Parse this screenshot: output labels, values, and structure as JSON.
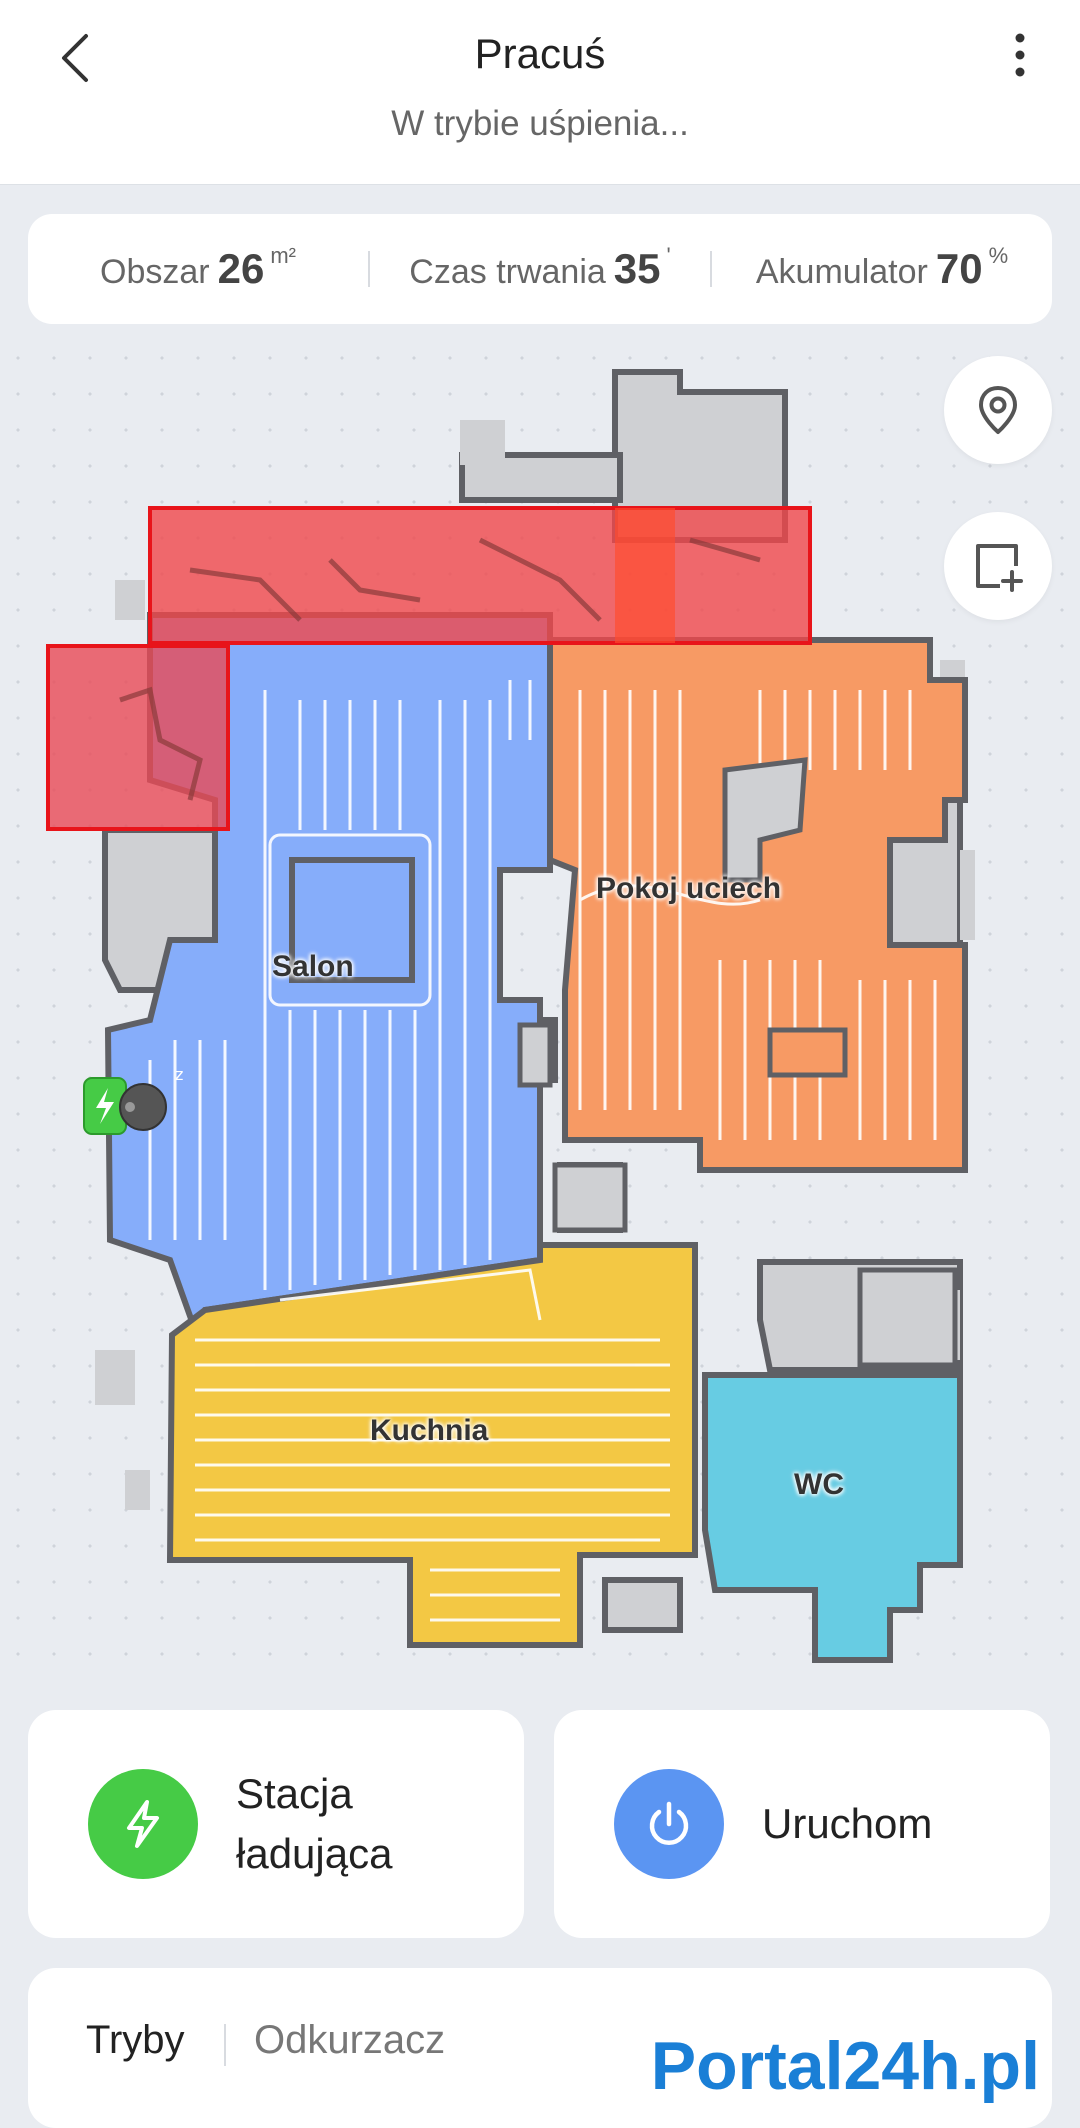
{
  "header": {
    "title": "Pracuś",
    "status": "W trybie uśpienia...",
    "back_icon": "chevron-left-icon",
    "more_icon": "more-vertical-icon"
  },
  "stats": {
    "area_label": "Obszar",
    "area_value": "26",
    "area_unit": "m²",
    "duration_label": "Czas trwania",
    "duration_value": "35",
    "duration_unit": "'",
    "battery_label": "Akumulator",
    "battery_value": "70",
    "battery_unit": "%"
  },
  "map": {
    "rooms": [
      {
        "name": "Salon",
        "color": "#86adfa"
      },
      {
        "name": "Pokoj uciech",
        "color": "#f79a64"
      },
      {
        "name": "Kuchnia",
        "color": "#f3c844"
      },
      {
        "name": "WC",
        "color": "#67cce3"
      }
    ],
    "no_go_zone_color": "#f0474b",
    "wall_color": "#5f6065",
    "unexplored_color": "#cfd0d3",
    "buttons": [
      "location-pin-icon",
      "add-zone-icon"
    ]
  },
  "actions": {
    "dock_label": "Stacja ładująca",
    "dock_color": "#46cb46",
    "start_label": "Uruchom",
    "start_color": "#5b95f2"
  },
  "modes": {
    "label": "Tryby",
    "value": "Odkurzacz"
  },
  "watermark": "Portal24h.pl"
}
